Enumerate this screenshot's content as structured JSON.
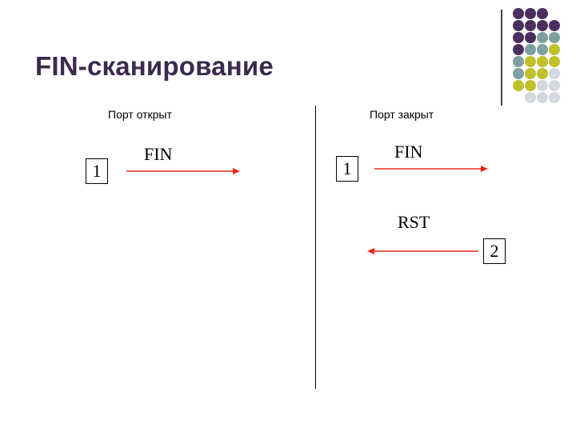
{
  "slide": {
    "title": "FIN-сканирование",
    "colors": {
      "title": "#3b2a4f",
      "arrow": "#e8261b",
      "dot_purple": "#4a2f5e",
      "dot_teal": "#7fa0a0",
      "dot_olive": "#bfc02a",
      "dot_grey": "#d4d6e0"
    }
  },
  "open_port": {
    "label": "Порт открыт",
    "step_number": "1",
    "message": "FIN",
    "arrow_direction": "right"
  },
  "closed_port": {
    "label": "Порт закрыт",
    "step_number": "1",
    "message": "FIN",
    "arrow_direction": "right",
    "reply_message": "RST",
    "reply_arrow_direction": "left",
    "reply_step_number": "2"
  }
}
